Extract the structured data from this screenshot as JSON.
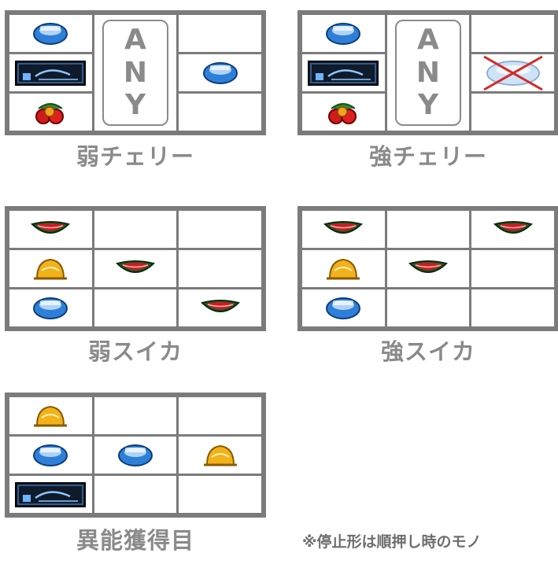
{
  "panels": [
    {
      "id": "weak-cherry",
      "label": "弱チェリー"
    },
    {
      "id": "strong-cherry",
      "label": "強チェリー"
    },
    {
      "id": "weak-watermelon",
      "label": "弱スイカ"
    },
    {
      "id": "strong-watermelon",
      "label": "強スイカ"
    },
    {
      "id": "special-ability",
      "label": "異能獲得目"
    }
  ],
  "any_text": [
    "A",
    "N",
    "Y"
  ],
  "footnote": "※停止形は順押し時のモノ",
  "colors": {
    "grid_border": "#7b7b7b",
    "label_gray": "#8a8a8a",
    "cross_red": "#d62828",
    "gem_blue": "#2e7fd8",
    "watermelon_green": "#1e5a22",
    "watermelon_red": "#c81d24",
    "bell_yellow": "#f2b21a",
    "banner_dark": "#0f1b2a"
  },
  "symbols": {
    "gem": "gem-icon",
    "banner": "banner-icon",
    "cherry": "cherry-icon",
    "watermelon": "watermelon-icon",
    "bell": "bell-icon"
  }
}
